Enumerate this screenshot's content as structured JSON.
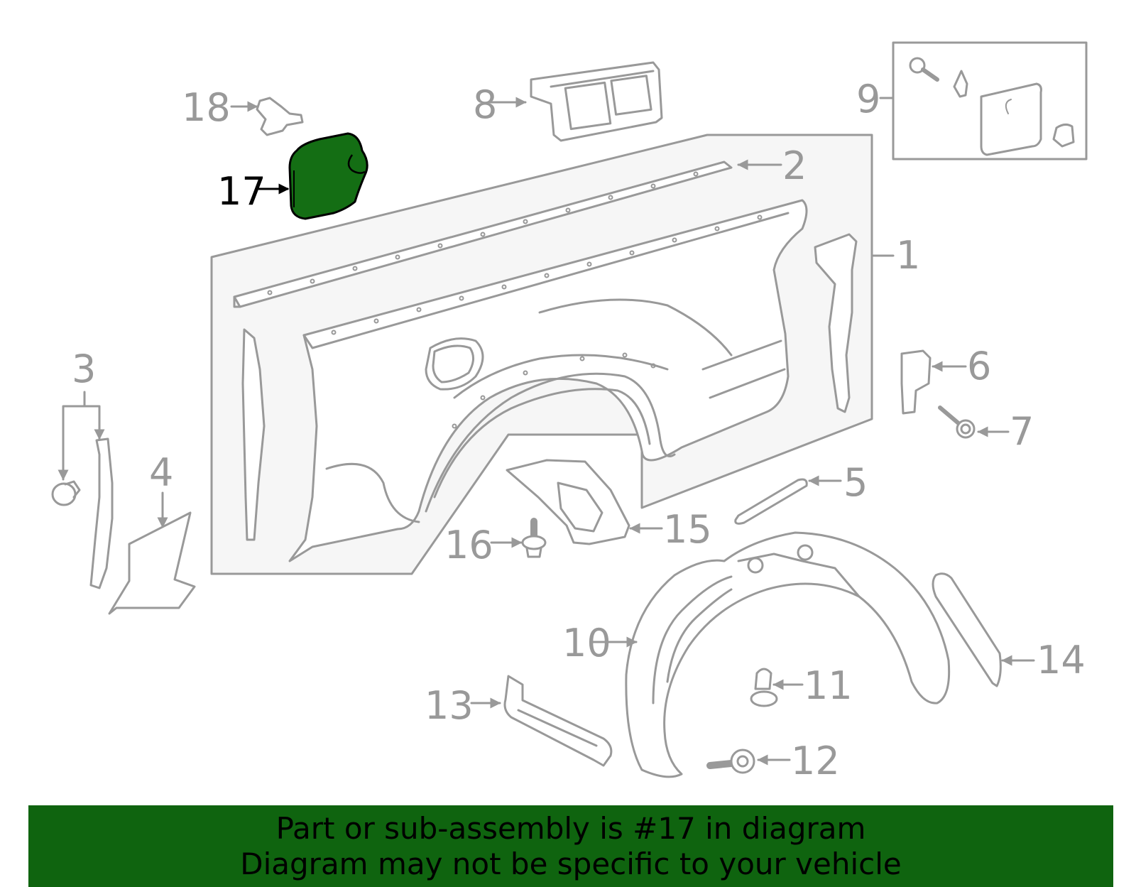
{
  "colors": {
    "line": "#999999",
    "panel_fill": "#f6f6f6",
    "highlight_fill": "#146e14",
    "highlight_stroke": "#000000",
    "banner_bg": "#0f640f",
    "label_gray": "#999999",
    "label_highlight": "#000000"
  },
  "highlighted_part": "17",
  "callouts": {
    "c1": "1",
    "c2": "2",
    "c3": "3",
    "c4": "4",
    "c5": "5",
    "c6": "6",
    "c7": "7",
    "c8": "8",
    "c9": "9",
    "c10": "10",
    "c11": "11",
    "c12": "12",
    "c13": "13",
    "c14": "14",
    "c15": "15",
    "c16": "16",
    "c17": "17",
    "c18": "18"
  },
  "banner": {
    "line1": "Part or sub-assembly is #17 in diagram",
    "line2": "Diagram may not be specific to your vehicle"
  }
}
